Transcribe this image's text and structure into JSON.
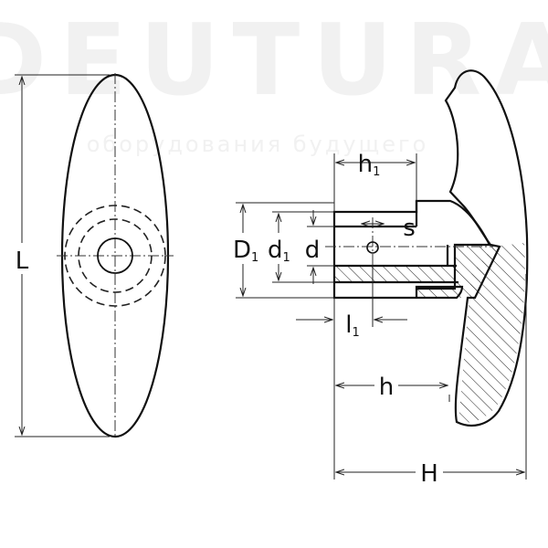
{
  "watermark": {
    "brand": "DEUTURA",
    "tagline": "оборудования будущего"
  },
  "dimensions": {
    "L": "L",
    "D1": {
      "main": "D",
      "sub": "1"
    },
    "d1": {
      "main": "d",
      "sub": "1"
    },
    "d": "d",
    "h1": {
      "main": "h",
      "sub": "1"
    },
    "s": "s",
    "l1": {
      "main": "l",
      "sub": "1"
    },
    "h": "h",
    "H": "H"
  }
}
